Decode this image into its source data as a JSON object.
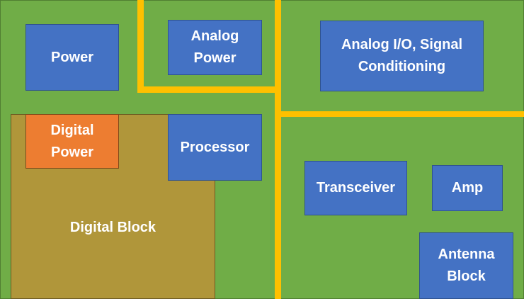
{
  "blocks": {
    "power": "Power",
    "analog_power": "Analog\nPower",
    "analog_io": "Analog I/O, Signal\nConditioning",
    "digital_block": "Digital Block",
    "digital_power": "Digital\nPower",
    "processor": "Processor",
    "transceiver": "Transceiver",
    "amp": "Amp",
    "antenna_block": "Antenna\nBlock"
  },
  "colors": {
    "board": "#70ad47",
    "partition": "#ffc000",
    "block": "#4472c4",
    "digital_power": "#ed7d31",
    "digital_region": "#b0963a"
  }
}
